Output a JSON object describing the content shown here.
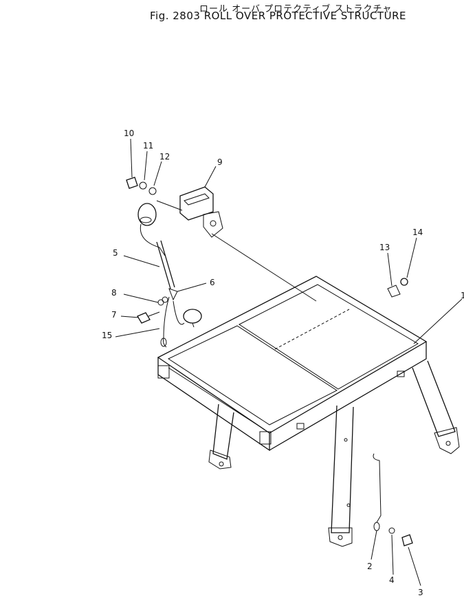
{
  "header": {
    "title_jp": "ロール オーバ プロテクティブ ストラクチャ",
    "title_en": "Fig. 2803 ROLL OVER PROTECTIVE STRUCTURE"
  },
  "callouts": {
    "c1": "1",
    "c2": "2",
    "c3": "3",
    "c4": "4",
    "c5": "5",
    "c6": "6",
    "c7": "7",
    "c8": "8",
    "c9": "9",
    "c10": "10",
    "c11": "11",
    "c12": "12",
    "c13": "13",
    "c14": "14",
    "c15": "15"
  }
}
